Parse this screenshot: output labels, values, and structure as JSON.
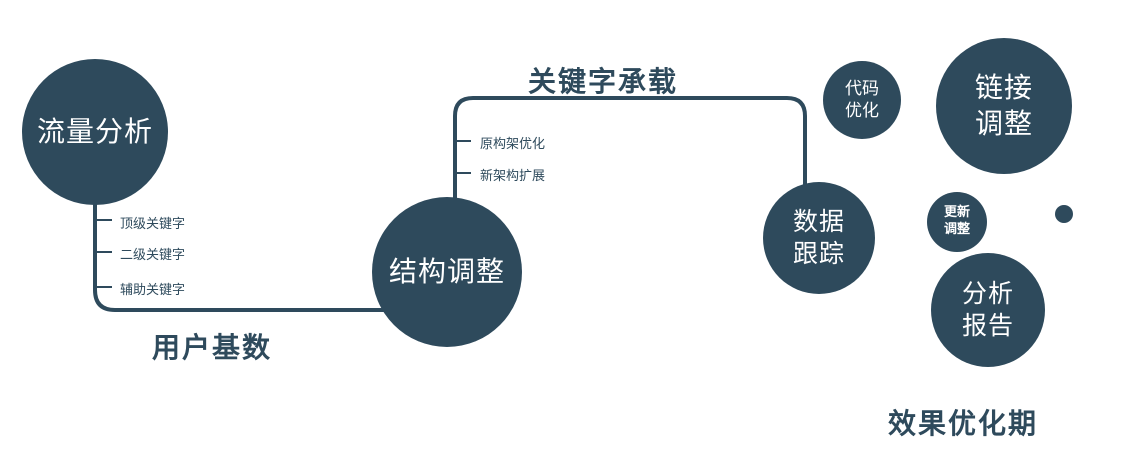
{
  "colors": {
    "primary": "#2E4A5C",
    "white": "#FFFFFF",
    "bg": "#FFFFFF"
  },
  "diagram": {
    "nodes": {
      "traffic_analysis": {
        "label": "流量分析"
      },
      "structure_adjust": {
        "label": "结构调整"
      },
      "data_tracking": {
        "line1": "数据",
        "line2": "跟踪"
      },
      "code_optimize": {
        "line1": "代码",
        "line2": "优化"
      },
      "link_adjust": {
        "line1": "链接",
        "line2": "调整"
      },
      "update_adjust": {
        "line1": "更新",
        "line2": "调整"
      },
      "analysis_report": {
        "line1": "分析",
        "line2": "报告"
      }
    },
    "edge_labels": {
      "user_base": "用户基数",
      "keyword_carry": "关键字承载",
      "phase": "效果优化期"
    },
    "tick_labels": {
      "left": [
        "顶级关键字",
        "二级关键字",
        "辅助关键字"
      ],
      "middle": [
        "原构架优化",
        "新架构扩展"
      ]
    }
  }
}
